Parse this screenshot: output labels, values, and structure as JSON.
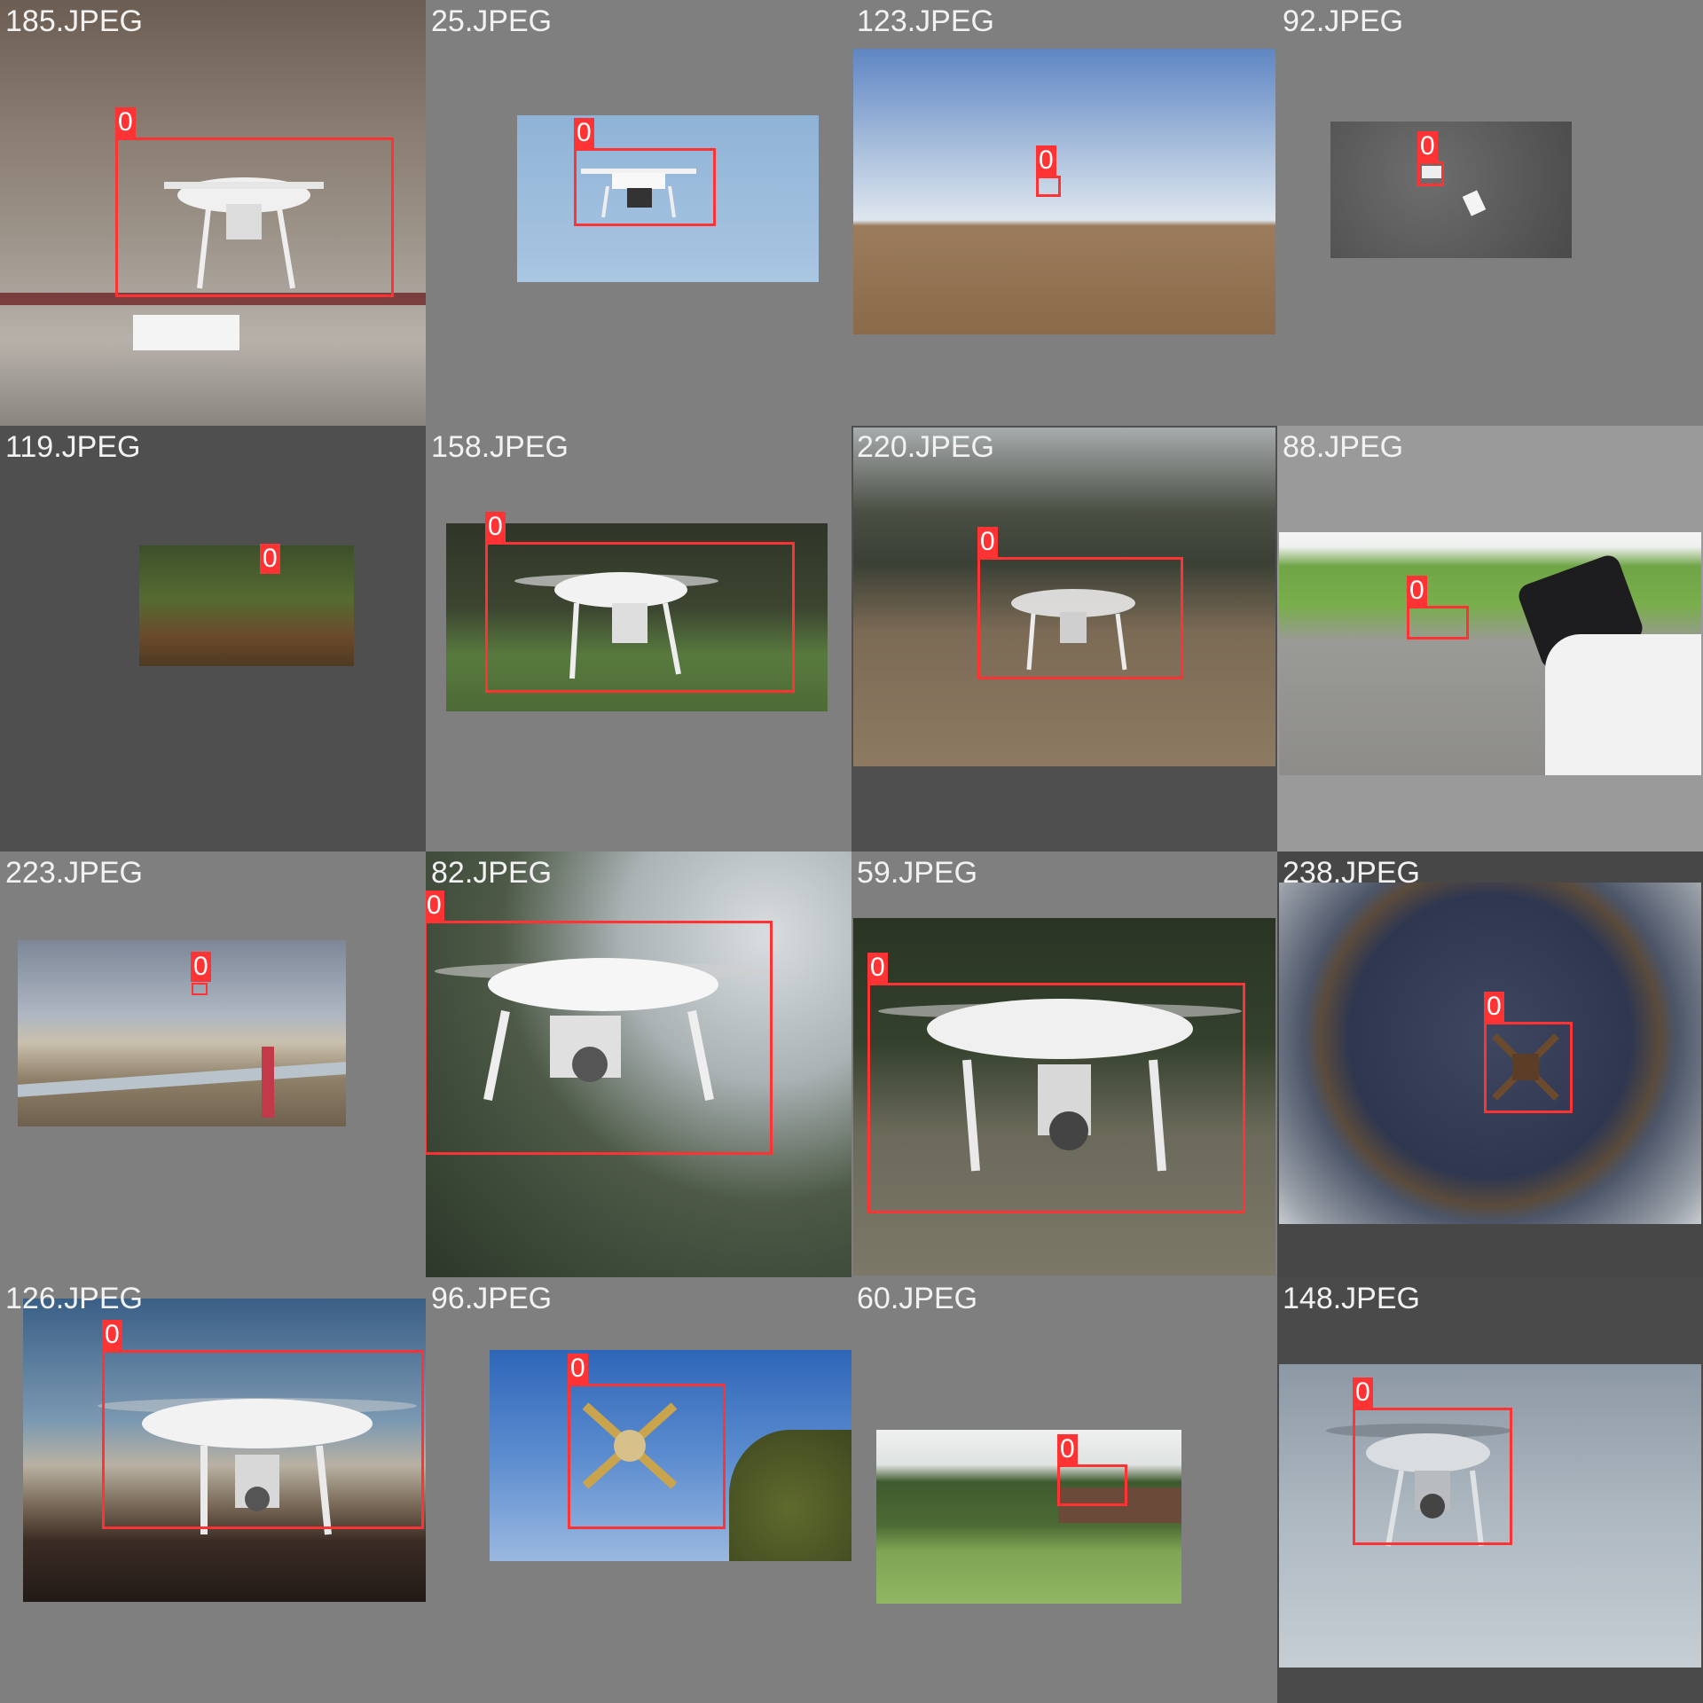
{
  "grid": {
    "tiles": [
      {
        "filename": "185.JPEG",
        "label": "0"
      },
      {
        "filename": "25.JPEG",
        "label": "0"
      },
      {
        "filename": "123.JPEG",
        "label": "0"
      },
      {
        "filename": "92.JPEG",
        "label": "0"
      },
      {
        "filename": "119.JPEG",
        "label": "0"
      },
      {
        "filename": "158.JPEG",
        "label": "0"
      },
      {
        "filename": "220.JPEG",
        "label": "0"
      },
      {
        "filename": "88.JPEG",
        "label": "0"
      },
      {
        "filename": "223.JPEG",
        "label": "0"
      },
      {
        "filename": "82.JPEG",
        "label": "0"
      },
      {
        "filename": "59.JPEG",
        "label": "0"
      },
      {
        "filename": "238.JPEG",
        "label": "0"
      },
      {
        "filename": "126.JPEG",
        "label": "0"
      },
      {
        "filename": "96.JPEG",
        "label": "0"
      },
      {
        "filename": "60.JPEG",
        "label": "0"
      },
      {
        "filename": "148.JPEG",
        "label": "0"
      }
    ]
  },
  "colors": {
    "box": "#ff3333",
    "padding_gray": "#7f7f7f",
    "text": "#f2f2f2"
  }
}
